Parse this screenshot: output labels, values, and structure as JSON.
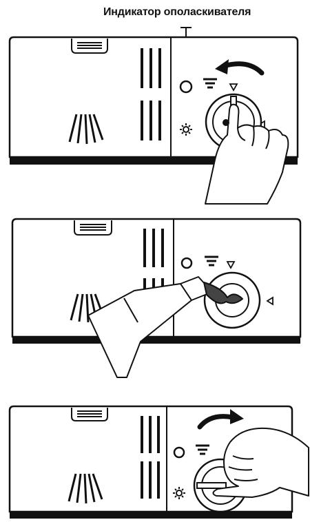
{
  "diagram": {
    "callout_label": "Индикатор ополаскивателя",
    "colors": {
      "ink": "#111111",
      "paper": "#ffffff"
    },
    "steps": [
      {
        "id": "step-1-turn-cap-counterclockwise",
        "arrow_direction": "counterclockwise",
        "action": "hand-turning-cap"
      },
      {
        "id": "step-2-pour-rinse-aid",
        "action": "bottle-pouring"
      },
      {
        "id": "step-3-turn-cap-clockwise",
        "arrow_direction": "clockwise",
        "action": "hand-turning-cap"
      }
    ],
    "icons": [
      "rinse-indicator-circle-icon",
      "rinse-aid-level-icon",
      "sun-dry-icon",
      "spray-lines-icon",
      "vent-slots-icon",
      "dial-marker-triangle-icon"
    ]
  }
}
